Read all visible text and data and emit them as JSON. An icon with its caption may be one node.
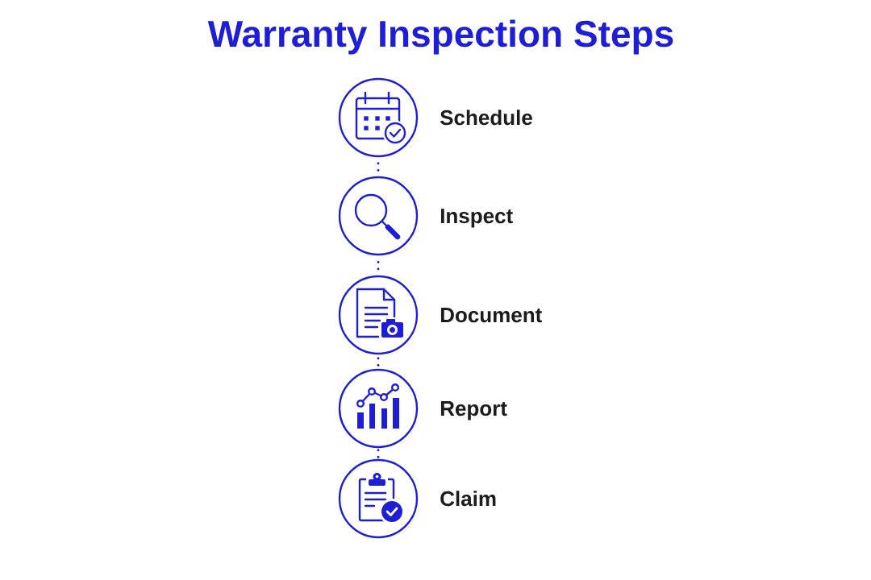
{
  "diagram": {
    "title": "Warranty Inspection Steps",
    "nodes": [
      {
        "text": [
          "Schedule"
        ]
      },
      {
        "text": [
          "Inspect"
        ]
      },
      {
        "text": [
          "Document"
        ]
      },
      {
        "text": [
          "Report"
        ]
      },
      {
        "text": [
          "Claim"
        ]
      }
    ],
    "edges": [
      {
        "from": 0,
        "to": 1,
        "arrow": "none"
      },
      {
        "from": 1,
        "to": 2,
        "arrow": "none"
      },
      {
        "from": 2,
        "to": 3,
        "arrow": "none"
      },
      {
        "from": 3,
        "to": 4,
        "arrow": "none"
      }
    ]
  }
}
